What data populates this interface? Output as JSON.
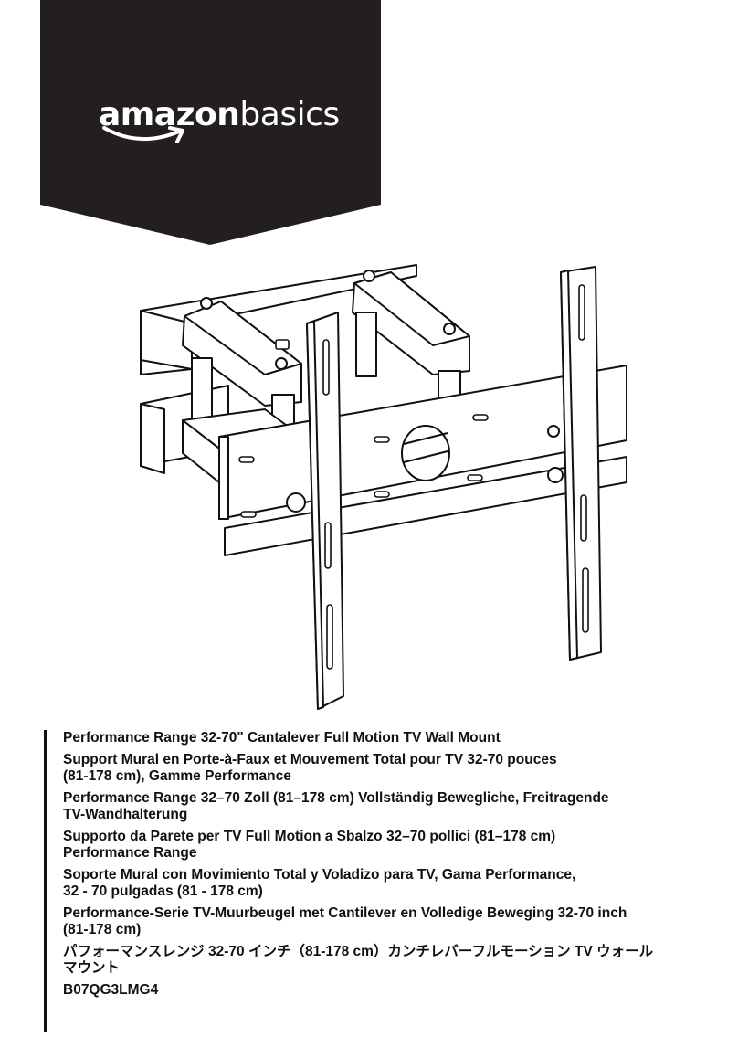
{
  "brand": {
    "logo_part1": "amazon",
    "logo_part2": "basics",
    "banner_color": "#231f20"
  },
  "product_image": "tv-wall-mount-line-drawing",
  "titles": [
    {
      "lines": [
        "Performance Range 32-70\" Cantalever Full Motion TV Wall Mount"
      ]
    },
    {
      "lines": [
        "Support Mural en Porte-à-Faux et Mouvement Total pour TV 32-70 pouces",
        "(81-178 cm), Gamme Performance"
      ]
    },
    {
      "lines": [
        "Performance Range 32–70 Zoll (81–178 cm) Vollständig Bewegliche, Freitragende",
        "TV-Wandhalterung"
      ]
    },
    {
      "lines": [
        "Supporto da Parete per TV Full Motion a Sbalzo 32–70 pollici (81–178 cm)",
        "Performance Range"
      ]
    },
    {
      "lines": [
        "Soporte Mural con Movimiento Total y Voladizo para TV, Gama Performance,",
        "32 - 70 pulgadas (81 - 178 cm)"
      ]
    },
    {
      "lines": [
        "Performance-Serie TV-Muurbeugel met Cantilever en Volledige Beweging 32-70 inch",
        "(81-178 cm)"
      ]
    },
    {
      "lines": [
        "パフォーマンスレンジ 32-70 インチ（81-178 cm）カンチレバーフルモーション TV ウォール",
        "マウント"
      ]
    }
  ],
  "sku": "B07QG3LMG4"
}
